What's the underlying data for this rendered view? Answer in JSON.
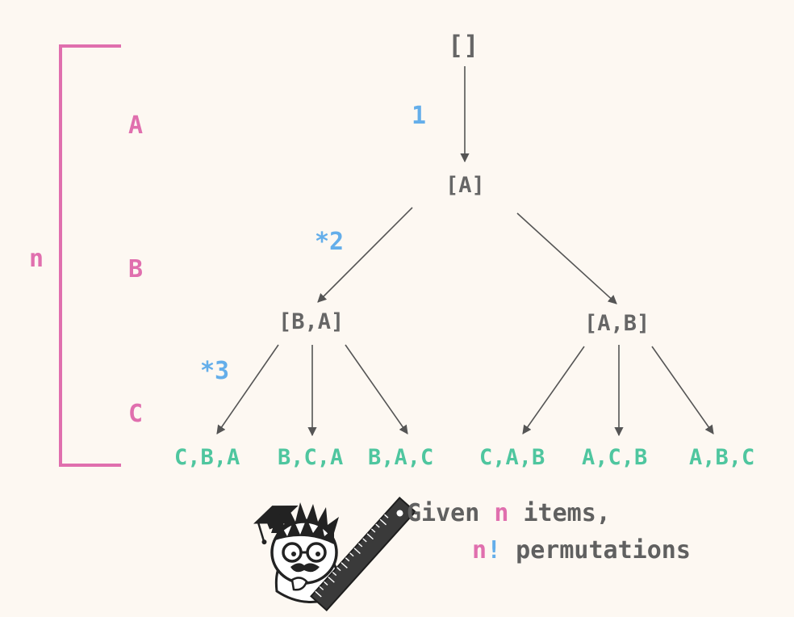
{
  "tree": {
    "root": "[]",
    "level1": "[A]",
    "level2": [
      "[B,A]",
      "[A,B]"
    ],
    "leaves": [
      "C,B,A",
      "B,C,A",
      "B,A,C",
      "C,A,B",
      "A,C,B",
      "A,B,C"
    ]
  },
  "bracket": {
    "label": "n",
    "levels": [
      "A",
      "B",
      "C"
    ]
  },
  "multipliers": [
    "1",
    "*2",
    "*3"
  ],
  "caption": {
    "line1_prefix": "Given ",
    "line1_var": "n",
    "line1_suffix": " items,",
    "line2_var": "n",
    "line2_bang": "!",
    "line2_suffix": " permutations"
  },
  "colors": {
    "background": "#fdf8f2",
    "node_text": "#666666",
    "leaf_text": "#4fc69f",
    "level_pink": "#e06fae",
    "multiplier_blue": "#64aeea",
    "arrow": "#555555"
  },
  "icons": [
    "professor-mascot-icon",
    "ruler-icon"
  ]
}
